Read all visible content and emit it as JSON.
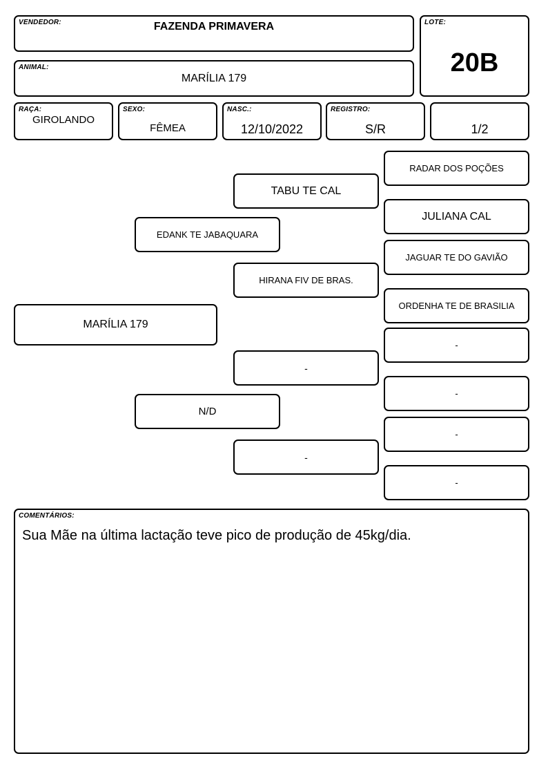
{
  "vendedor": {
    "label": "VENDEDOR:",
    "value": "FAZENDA PRIMAVERA"
  },
  "animal": {
    "label": "ANIMAL:",
    "value": "MARÍLIA 179"
  },
  "lote": {
    "label": "LOTE:",
    "value": "20B"
  },
  "raca": {
    "label": "RAÇA:",
    "value": "GIROLANDO"
  },
  "sexo": {
    "label": "SEXO:",
    "value": "FÊMEA"
  },
  "nasc": {
    "label": "NASC.:",
    "value": "12/10/2022"
  },
  "registro": {
    "label": "REGISTRO:",
    "value": "S/R"
  },
  "pagina": {
    "value": "1/2"
  },
  "pedigree": {
    "animal": "MARÍLIA 179",
    "pai": "EDANK TE JABAQUARA",
    "mae": "N/D",
    "avo_paterno": "TABU TE CAL",
    "avo_paterna": "HIRANA FIV DE BRAS.",
    "avo_materno": "-",
    "avo_materna": "-",
    "bisavos": [
      "RADAR DOS POÇÕES",
      "JULIANA CAL",
      "JAGUAR TE DO GAVIÃO",
      "ORDENHA TE DE BRASILIA",
      "-",
      "-",
      "-",
      "-"
    ]
  },
  "comentarios": {
    "label": "COMENTÁRIOS:",
    "text": "Sua Mãe na última lactação teve pico de produção de 45kg/dia."
  }
}
